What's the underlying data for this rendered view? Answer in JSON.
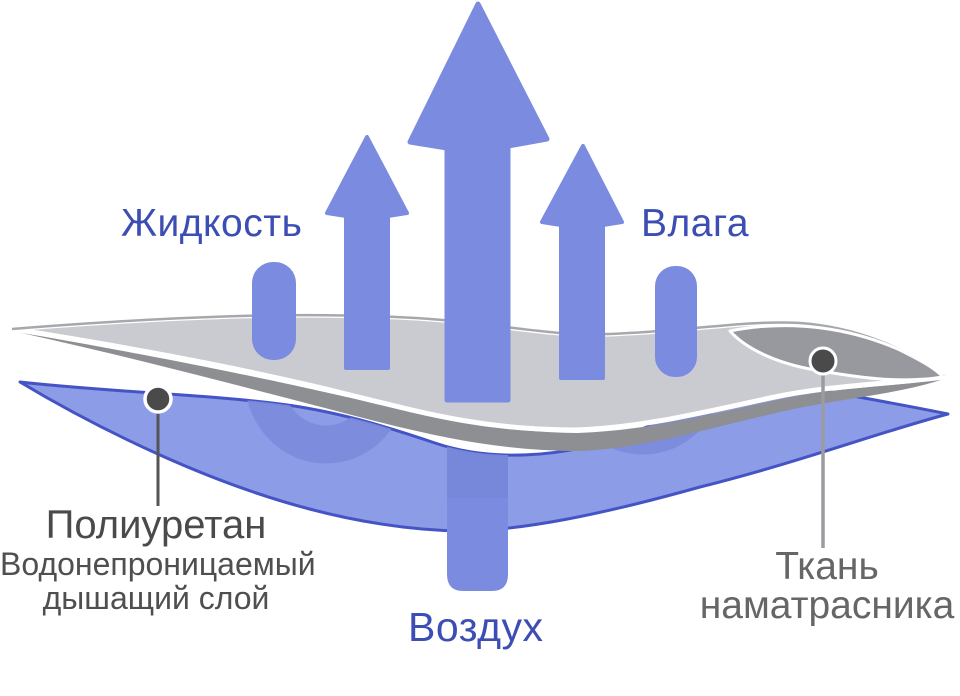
{
  "diagram": {
    "labels": {
      "liquid": "Жидкость",
      "moisture": "Влага",
      "air": "Воздух",
      "polyurethane_title": "Полиуретан",
      "polyurethane_sub1": "Водонепроницаемый",
      "polyurethane_sub2": "дышащий слой",
      "fabric_line1": "Ткань",
      "fabric_line2": "наматрасника"
    },
    "colors": {
      "arrow_blue": "#7A8BE0",
      "membrane_fill": "#8D9CE6",
      "membrane_outline": "#4454C4",
      "membrane_inner_flow": "#7B8BDC",
      "fabric_light_gray": "#C9CBD1",
      "fabric_dark_gray": "#8D8F93",
      "crest_shadow_gray": "#97999E",
      "label_blue": "#3C4DB4",
      "label_dark_gray": "#4A4A4A",
      "label_gray": "#666666",
      "marker_dot": "#4A4A4A"
    }
  }
}
